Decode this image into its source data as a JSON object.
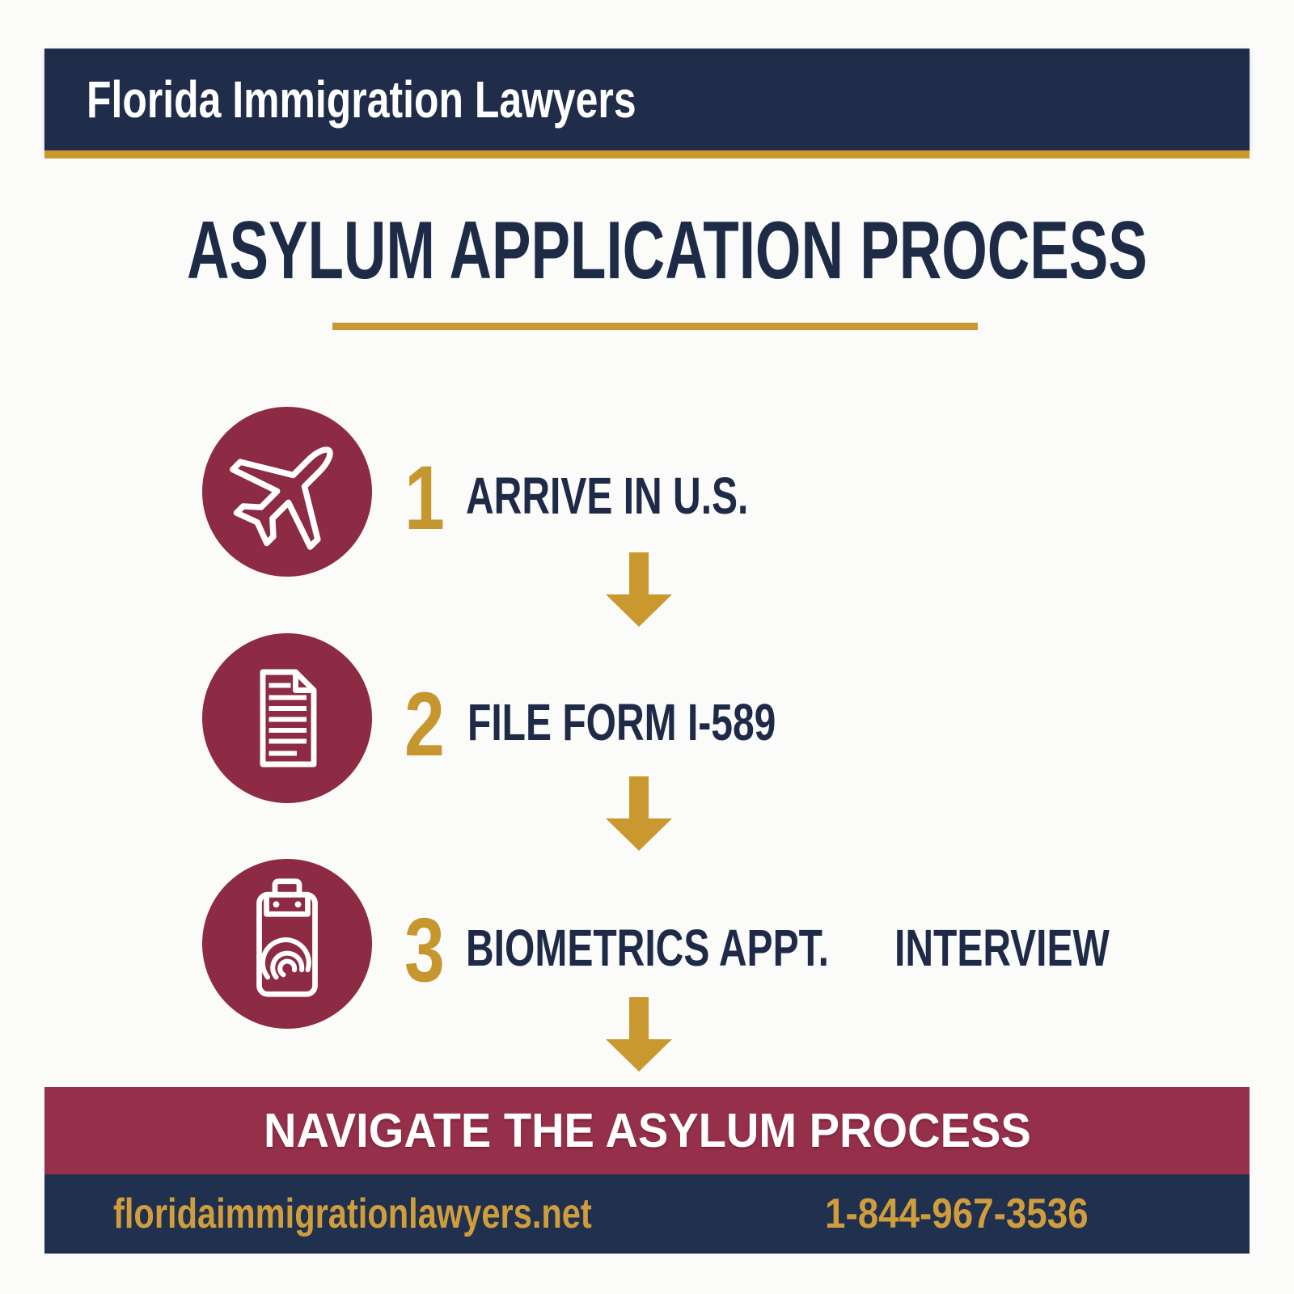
{
  "header": {
    "brand": "Florida Immigration Lawyers"
  },
  "title": {
    "text": "ASYLUM APPLICATION PROCESS"
  },
  "steps": [
    {
      "number": "1",
      "label": "ARRIVE IN U.S.",
      "icon": "airplane-icon"
    },
    {
      "number": "2",
      "label": "FILE FORM I-589",
      "icon": "document-icon"
    },
    {
      "number": "3",
      "label": "BIOMETRICS APPT.",
      "label2": "INTERVIEW",
      "icon": "fingerprint-clipboard-icon"
    }
  ],
  "banner": {
    "text": "NAVIGATE THE ASYLUM PROCESS"
  },
  "footer": {
    "website": "floridaimmigrationlawyers.net",
    "phone": "1-844-967-3536"
  },
  "colors": {
    "navy_header": "#1f2c4a",
    "navy_footer": "#20304f",
    "navy_text": "#1d2b47",
    "maroon_circle": "#8c2b43",
    "maroon_band": "#96304a",
    "gold": "#c9992f",
    "gold_footer_text": "#d09d3c",
    "background": "#fbfbfa"
  }
}
